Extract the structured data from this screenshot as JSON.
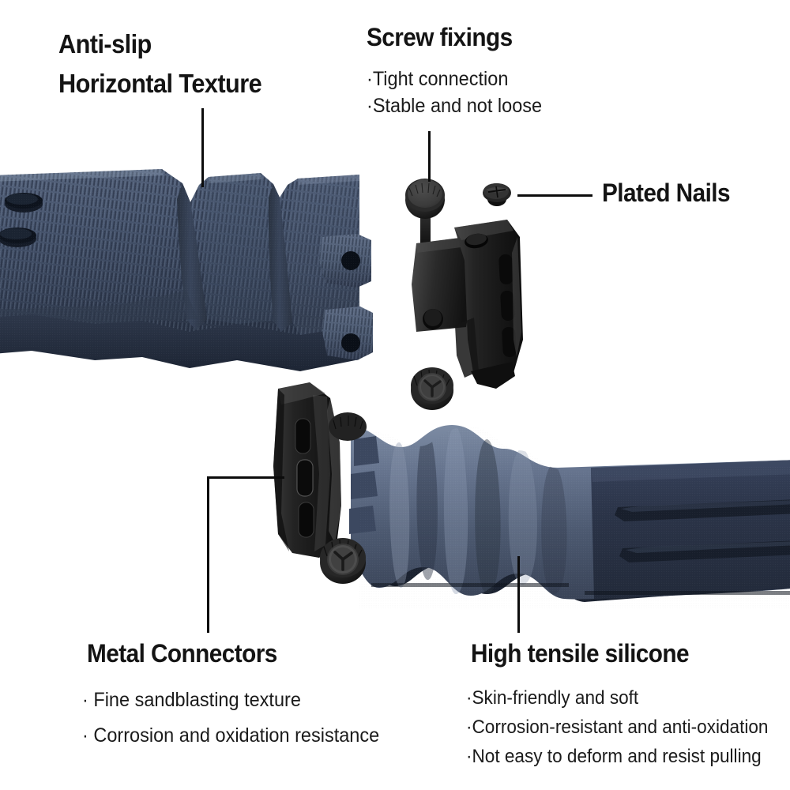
{
  "page": {
    "background": "#ffffff",
    "heading_color": "#141414",
    "body_color": "#1b1b1b",
    "leader_color": "#0c0c0c",
    "strap_navy_light": "#6b7a91",
    "strap_navy": "#42506a",
    "strap_navy_dark": "#2b3547",
    "strap_navy_deep": "#222b3b",
    "metal_black": "#1e1e1e",
    "metal_black_light": "#454545",
    "metal_black_deep": "#0a0a0a"
  },
  "callouts": {
    "anti_slip": {
      "title_line1": "Anti-slip",
      "title_line2": "Horizontal Texture"
    },
    "screw_fixings": {
      "title": "Screw fixings",
      "bullets": [
        "·Tight connection",
        "·Stable and not loose"
      ]
    },
    "plated_nails": {
      "title": "Plated Nails"
    },
    "metal_connectors": {
      "title": "Metal Connectors",
      "bullets": [
        "· Fine sandblasting texture",
        "· Corrosion and oxidation resistance"
      ]
    },
    "high_tensile_silicone": {
      "title": "High tensile silicone",
      "bullets": [
        "·Skin-friendly and soft",
        "·Corrosion-resistant and anti-oxidation",
        "·Not easy to deform and resist pulling"
      ]
    }
  },
  "product": {
    "upper_strap_label": "textured navy silicone strap upper half",
    "lower_strap_label": "wavy navy silicone strap lower half",
    "connector_label": "exploded black metal connector",
    "screw_top_label": "knurled screw with tri-wing socket",
    "screw_bottom_label": "knurled screw with tri-wing socket",
    "plated_nail_label": "small plated nail screw head"
  }
}
